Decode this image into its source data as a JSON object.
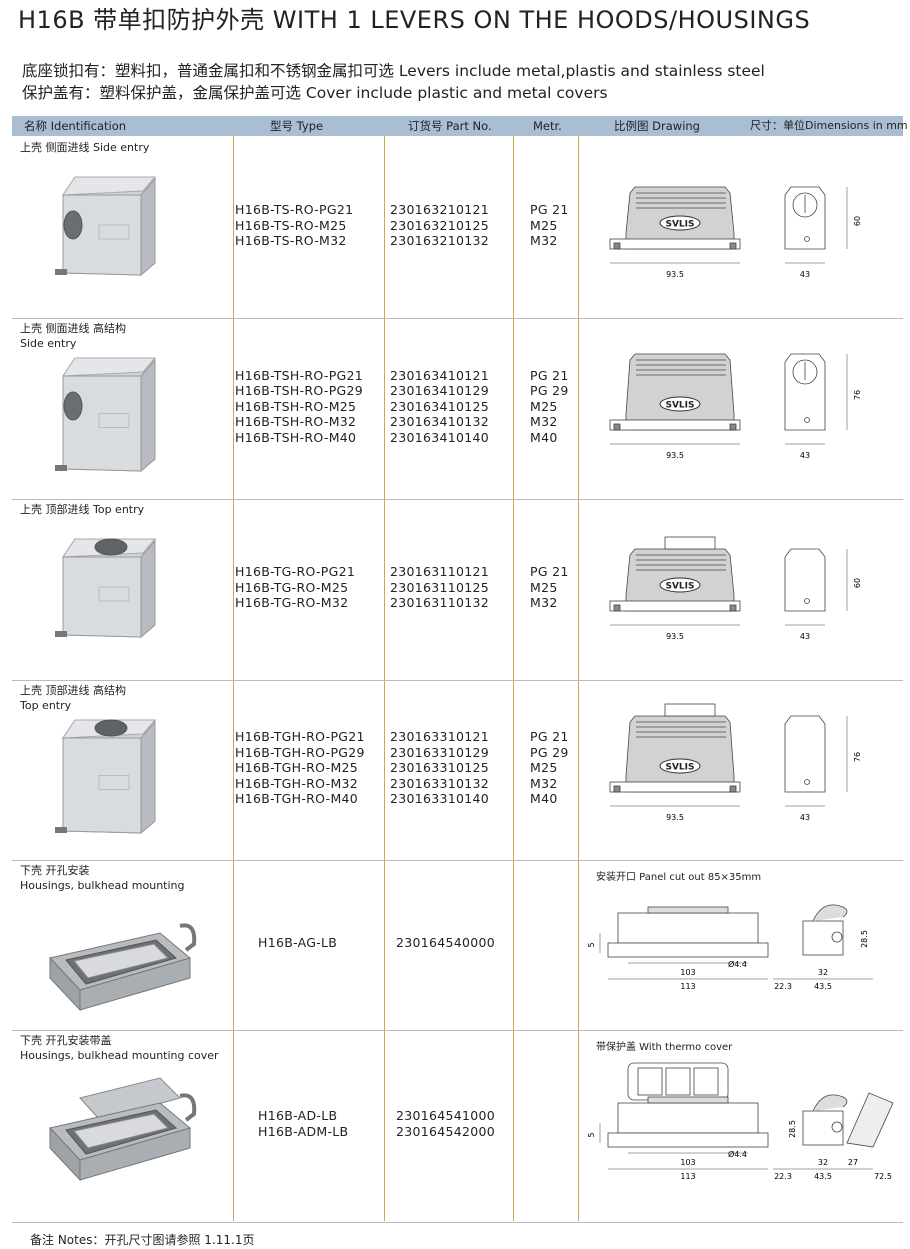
{
  "title": "H16B 带单扣防护外壳   WITH 1 LEVERS ON THE HOODS/HOUSINGS",
  "intro": [
    "底座锁扣有：塑料扣，普通金属扣和不锈钢金属扣可选 Levers include metal,plastis and stainless steel",
    "保护盖有：塑料保护盖，金属保护盖可选 Cover include plastic and metal covers"
  ],
  "headers": {
    "identification": "名称 Identification",
    "type": "型号 Type",
    "part_no": "订货号 Part No.",
    "metr": "Metr.",
    "drawing": "比例图 Drawing",
    "dimensions": "尺寸：单位Dimensions in mm"
  },
  "rows": [
    {
      "label": [
        "上壳  侧面进线 Side entry"
      ],
      "types": [
        "H16B-TS-RO-PG21",
        "H16B-TS-RO-M25",
        "H16B-TS-RO-M32"
      ],
      "parts": [
        "230163210121",
        "230163210125",
        "230163210132"
      ],
      "metr": [
        "PG 21",
        "M25",
        "M32"
      ],
      "dims": [
        "93.5",
        "43",
        "60"
      ]
    },
    {
      "label": [
        "上壳  侧面进线  高结构",
        "Side entry"
      ],
      "types": [
        "H16B-TSH-RO-PG21",
        "H16B-TSH-RO-PG29",
        "H16B-TSH-RO-M25",
        "H16B-TSH-RO-M32",
        "H16B-TSH-RO-M40"
      ],
      "parts": [
        "230163410121",
        "230163410129",
        "230163410125",
        "230163410132",
        "230163410140"
      ],
      "metr": [
        "PG 21",
        "PG 29",
        "M25",
        "M32",
        "M40"
      ],
      "dims": [
        "93.5",
        "43",
        "76"
      ]
    },
    {
      "label": [
        "上壳  顶部进线 Top entry"
      ],
      "types": [
        "H16B-TG-RO-PG21",
        "H16B-TG-RO-M25",
        "H16B-TG-RO-M32"
      ],
      "parts": [
        "230163110121",
        "230163110125",
        "230163110132"
      ],
      "metr": [
        "PG 21",
        "M25",
        "M32"
      ],
      "dims": [
        "93.5",
        "43",
        "60"
      ]
    },
    {
      "label": [
        "上壳  顶部进线  高结构",
        "Top entry"
      ],
      "types": [
        "H16B-TGH-RO-PG21",
        "H16B-TGH-RO-PG29",
        "H16B-TGH-RO-M25",
        "H16B-TGH-RO-M32",
        "H16B-TGH-RO-M40"
      ],
      "parts": [
        "230163310121",
        "230163310129",
        "230163310125",
        "230163310132",
        "230163310140"
      ],
      "metr": [
        "PG 21",
        "PG 29",
        "M25",
        "M32",
        "M40"
      ],
      "dims": [
        "93.5",
        "43",
        "76"
      ]
    },
    {
      "label": [
        "下壳  开孔安装",
        "Housings, bulkhead mounting"
      ],
      "types": [
        "H16B-AG-LB"
      ],
      "parts": [
        "230164540000"
      ],
      "metr": [],
      "caption": "安装开口 Panel cut out 85×35mm",
      "dims": [
        "103",
        "113",
        "5",
        "Ø4.4",
        "22.3",
        "32",
        "43.5",
        "28.5"
      ]
    },
    {
      "label": [
        "下壳  开孔安装带盖",
        "Housings, bulkhead mounting cover"
      ],
      "types": [
        "H16B-AD-LB",
        "H16B-ADM-LB"
      ],
      "parts": [
        "230164541000",
        "230164542000"
      ],
      "metr": [],
      "caption": "带保护盖 With thermo cover",
      "dims": [
        "103",
        "113",
        "5",
        "Ø4.4",
        "22.3",
        "32",
        "43.5",
        "28.5",
        "27",
        "72.5"
      ]
    }
  ],
  "logo_text": "SVLIS",
  "note": "备注 Notes：开孔尺寸图请参照 1.11.1页"
}
